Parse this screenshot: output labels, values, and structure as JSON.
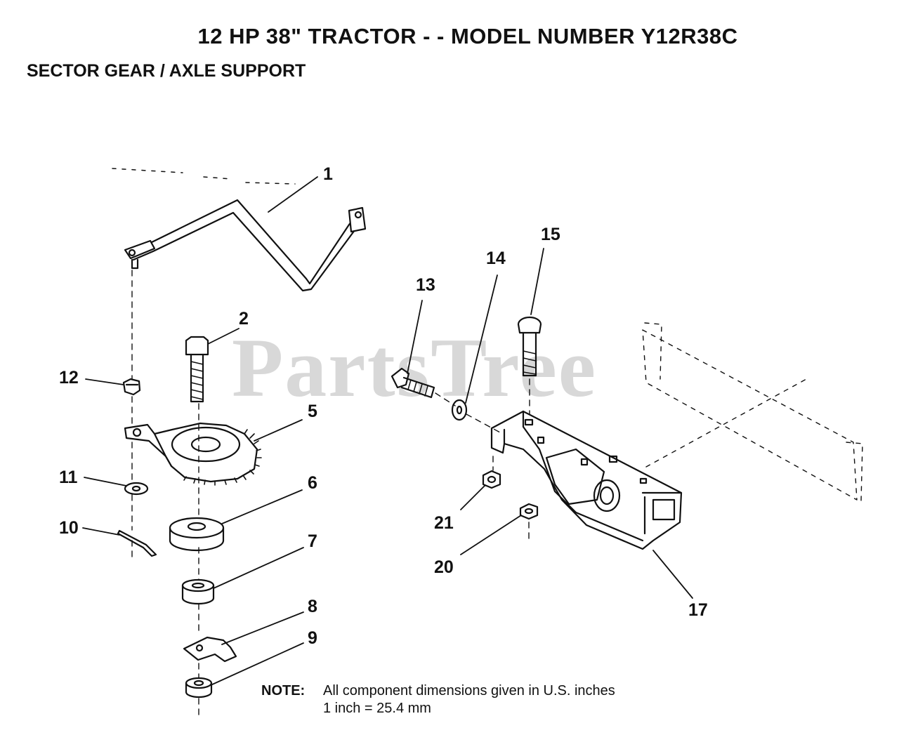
{
  "header": {
    "title": "12 HP 38\" TRACTOR - - MODEL NUMBER Y12R38C",
    "subtitle": "SECTOR GEAR / AXLE SUPPORT"
  },
  "watermark": "PartsTree",
  "callouts": [
    {
      "id": "1",
      "label": "1"
    },
    {
      "id": "2",
      "label": "2"
    },
    {
      "id": "5",
      "label": "5"
    },
    {
      "id": "6",
      "label": "6"
    },
    {
      "id": "7",
      "label": "7"
    },
    {
      "id": "8",
      "label": "8"
    },
    {
      "id": "9",
      "label": "9"
    },
    {
      "id": "10",
      "label": "10"
    },
    {
      "id": "11",
      "label": "11"
    },
    {
      "id": "12",
      "label": "12"
    },
    {
      "id": "13",
      "label": "13"
    },
    {
      "id": "14",
      "label": "14"
    },
    {
      "id": "15",
      "label": "15"
    },
    {
      "id": "17",
      "label": "17"
    },
    {
      "id": "20",
      "label": "20"
    },
    {
      "id": "21",
      "label": "21"
    }
  ],
  "note": {
    "label": "NOTE:",
    "line1": "All component dimensions given in U.S. inches",
    "line2": "1 inch = 25.4 mm"
  }
}
